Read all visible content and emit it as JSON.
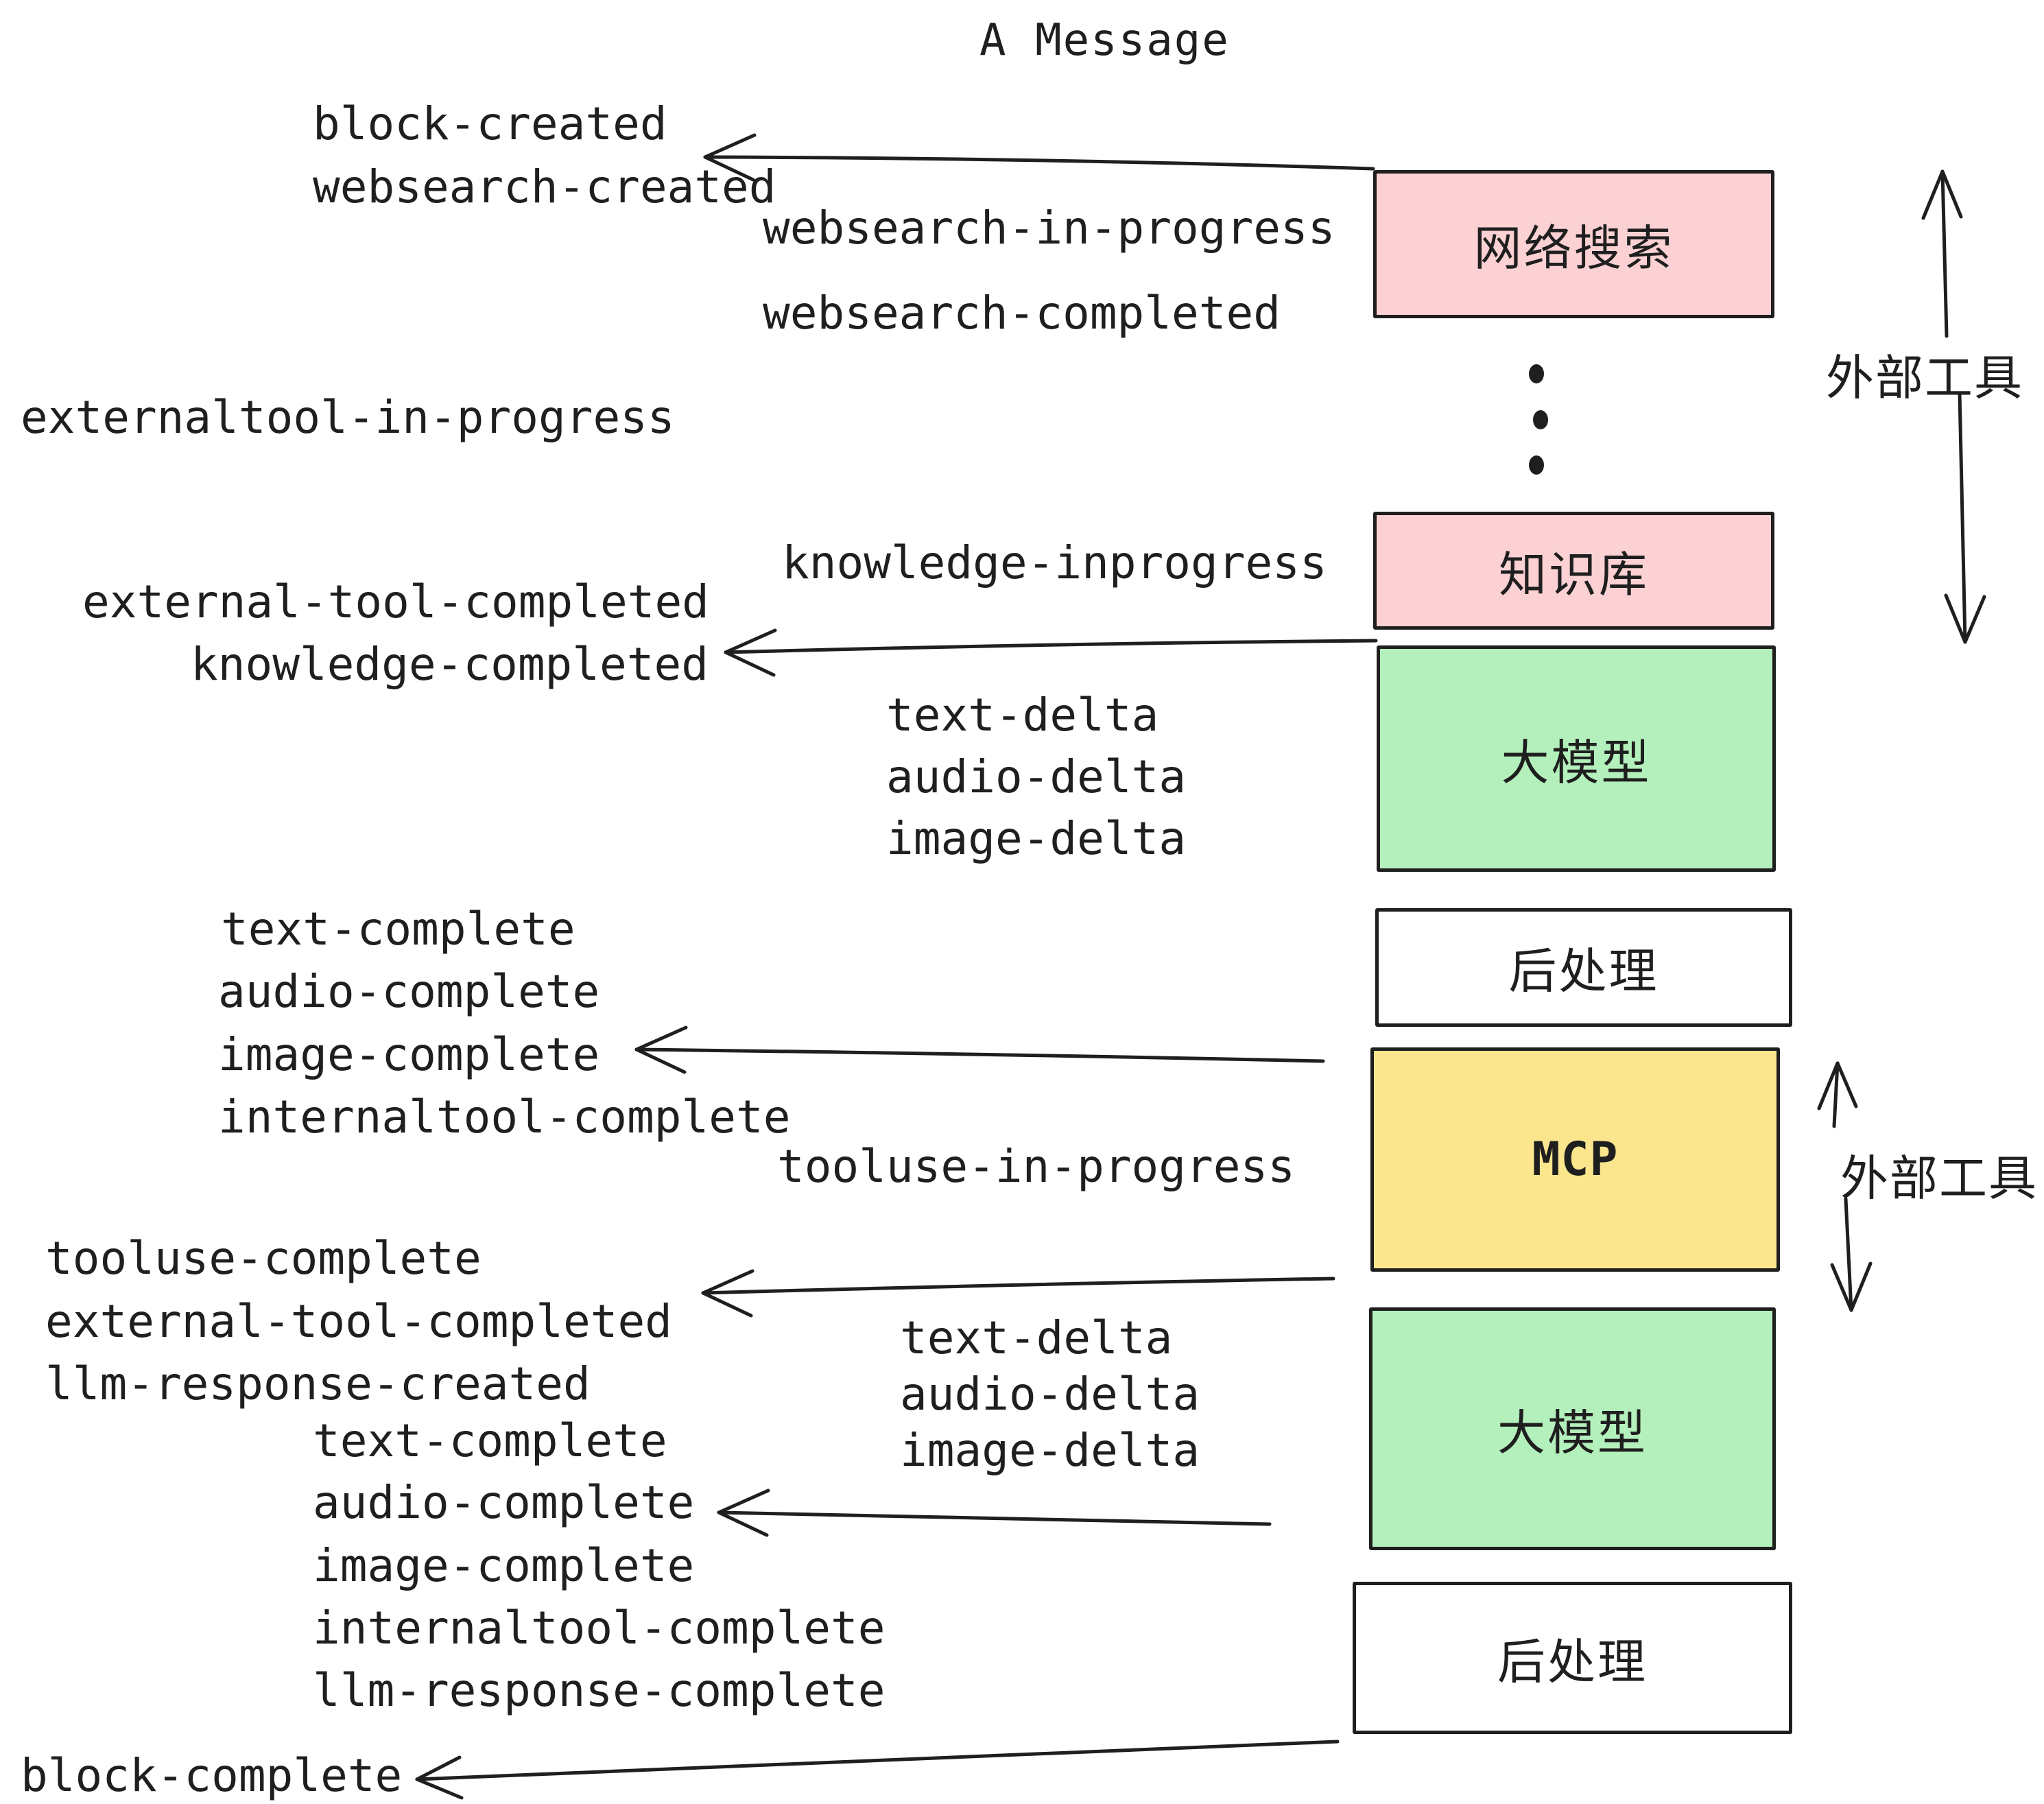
{
  "title": "A Message",
  "colors": {
    "pink": "#fbd1d4",
    "green": "#b4f0bc",
    "yellow": "#fbe68e",
    "white": "#ffffff",
    "ink": "#1f1f1f"
  },
  "icons": {
    "vertical-ellipsis": "⋮",
    "arrow-left": "←",
    "arrow-up": "↑",
    "arrow-down": "↓"
  },
  "boxes": [
    {
      "label": "网络搜索",
      "color": "pink"
    },
    {
      "label": "知识库",
      "color": "pink"
    },
    {
      "label": "大模型",
      "color": "green"
    },
    {
      "label": "后处理",
      "color": "white"
    },
    {
      "label": "MCP",
      "color": "yellow"
    },
    {
      "label": "大模型",
      "color": "green"
    },
    {
      "label": "后处理",
      "color": "white"
    }
  ],
  "side_labels": [
    {
      "label": "外部工具"
    },
    {
      "label": "外部工具"
    }
  ],
  "events": [
    {
      "text": "block-created"
    },
    {
      "text": "websearch-created"
    },
    {
      "text": "websearch-in-progress"
    },
    {
      "text": "websearch-completed"
    },
    {
      "text": "externaltool-in-progress"
    },
    {
      "text": "knowledge-inprogress"
    },
    {
      "text": "external-tool-completed"
    },
    {
      "text": "knowledge-completed"
    },
    {
      "text": "text-delta"
    },
    {
      "text": "audio-delta"
    },
    {
      "text": "image-delta"
    },
    {
      "text": "text-complete"
    },
    {
      "text": "audio-complete"
    },
    {
      "text": "image-complete"
    },
    {
      "text": "internaltool-complete"
    },
    {
      "text": "tooluse-in-progress"
    },
    {
      "text": "tooluse-complete"
    },
    {
      "text": "external-tool-completed"
    },
    {
      "text": "llm-response-created"
    },
    {
      "text": "text-complete"
    },
    {
      "text": "audio-complete"
    },
    {
      "text": "image-complete"
    },
    {
      "text": "internaltool-complete"
    },
    {
      "text": "llm-response-complete"
    },
    {
      "text": "block-complete"
    }
  ]
}
